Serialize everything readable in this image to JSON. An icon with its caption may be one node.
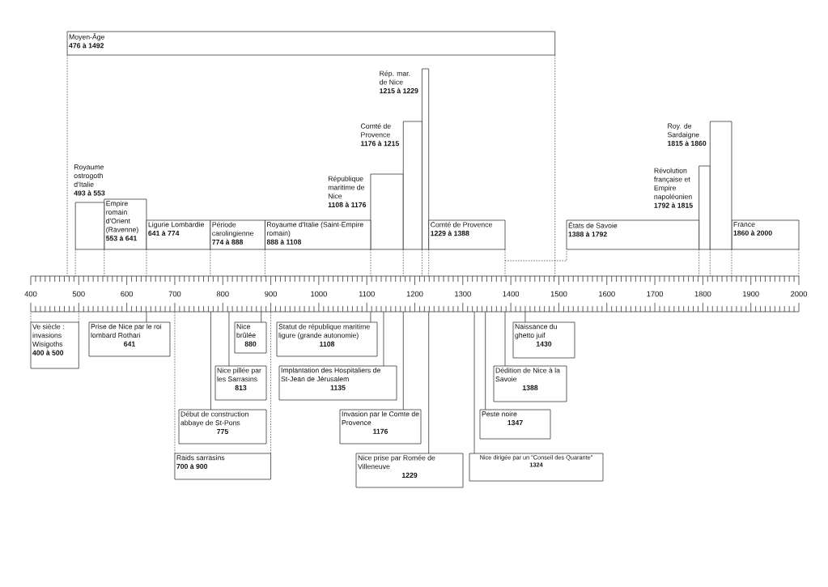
{
  "diagram": {
    "nodes": [
      {
        "text": [
          "Moyen-Âge",
          "476 à 1492"
        ]
      },
      {
        "text": [
          "Rép. mar. de Nice",
          "1215 à 1229"
        ]
      },
      {
        "text": [
          "Empire romain d'Orient (Ravenne)",
          "553 à 641"
        ]
      },
      {
        "text": [
          "République maritime de Nice",
          "1108 à 1176"
        ]
      },
      {
        "text": [
          "Comté de Provence",
          "1229 à 1388"
        ]
      },
      {
        "text": [
          "Révolution française et Empire napoléonien",
          "1792 à 1815"
        ]
      },
      {
        "text": [
          "France",
          "1860 à 2000"
        ]
      },
      {
        "text": [
          "Royaume ostrogoth d'Italie",
          "493 à 553"
        ]
      },
      {
        "text": [
          "Ligurie Lombardie",
          "641 à 774"
        ]
      },
      {
        "text": [
          "Période carolingienne",
          "774 à 888"
        ]
      },
      {
        "text": [
          "Royaume d'Italie (Saint-Empire romain)",
          "888 à 1108"
        ]
      },
      {
        "text": [
          "Comté de Provence",
          "1176 à 1215"
        ]
      },
      {
        "text": [
          "États de Savoie",
          "1388 à 1792"
        ]
      },
      {
        "text": [
          "Roy. de Sardaigne",
          "1815 à 1860"
        ]
      },
      {
        "text": [],
        "shape": "bar"
      },
      {
        "text": [],
        "shape": "bar"
      },
      {
        "text": [
          "Ve siècle : invasions Wisigoths",
          "400 à 500"
        ]
      },
      {
        "text": [
          "Prise de Nice par le roi lombard Rothari",
          "641"
        ]
      },
      {
        "text": [
          "Nice pillée par les Sarrasins",
          "813"
        ]
      },
      {
        "text": [
          "Implantation des Hospitaliers de St-Jean de Jérusalem",
          "1135"
        ]
      },
      {
        "text": [
          "Peste noire",
          "1347"
        ]
      },
      {
        "text": [
          "Début de construction abbaye de St-Pons",
          "775"
        ]
      },
      {
        "text": [
          "Statut de république maritime ligure (grande autonomie)",
          "1108"
        ]
      },
      {
        "text": [
          "Nice dirigée par un \"Conseil des Quarante\"",
          "1324"
        ]
      },
      {
        "text": [
          "Dédition de Nice à la Savoie",
          "1388"
        ]
      },
      {
        "text": [
          "Raids sarrasins",
          "700 à 900"
        ]
      },
      {
        "text": [
          "Invasion par le Comte de Provence",
          "1176"
        ]
      },
      {
        "text": [
          "Nice brûlée",
          "880"
        ]
      },
      {
        "text": [
          "Naissance du ghetto juif",
          "1430"
        ]
      },
      {
        "text": [
          "Nice prise par Romée de Villeneuve",
          "1229"
        ]
      }
    ],
    "edges": [
      {
        "from": 0,
        "to": 14,
        "arrow": "none",
        "style": "dashed"
      },
      {
        "from": 0,
        "to": 14,
        "arrow": "none",
        "style": "dashed"
      },
      {
        "from": 1,
        "to": 14,
        "arrow": "none",
        "style": "dashed"
      },
      {
        "from": 1,
        "to": 14,
        "arrow": "none",
        "style": "dashed"
      },
      {
        "from": 2,
        "to": 14,
        "arrow": "none",
        "style": "dashed"
      },
      {
        "from": 2,
        "to": 14,
        "arrow": "none",
        "style": "dashed"
      },
      {
        "from": 3,
        "to": 14,
        "arrow": "none",
        "style": "dashed"
      },
      {
        "from": 3,
        "to": 14,
        "arrow": "none",
        "style": "dashed"
      },
      {
        "from": 4,
        "to": 14,
        "arrow": "none",
        "style": "dashed"
      },
      {
        "from": 4,
        "to": 14,
        "arrow": "none",
        "style": "dashed"
      },
      {
        "from": 5,
        "to": 14,
        "arrow": "none",
        "style": "dashed"
      },
      {
        "from": 5,
        "to": 14,
        "arrow": "none",
        "style": "dashed"
      },
      {
        "from": 6,
        "to": 14,
        "arrow": "none",
        "style": "dashed"
      },
      {
        "from": 6,
        "to": 14,
        "arrow": "none",
        "style": "dashed"
      },
      {
        "from": 7,
        "to": 14,
        "arrow": "none",
        "style": "dashed"
      },
      {
        "from": 7,
        "to": 14,
        "arrow": "none",
        "style": "dashed"
      },
      {
        "from": 8,
        "to": 14,
        "arrow": "none",
        "style": "dashed"
      },
      {
        "from": 8,
        "to": 14,
        "arrow": "none",
        "style": "dashed"
      },
      {
        "from": 9,
        "to": 14,
        "arrow": "none",
        "style": "dashed"
      },
      {
        "from": 9,
        "to": 14,
        "arrow": "none",
        "style": "dashed"
      },
      {
        "from": 10,
        "to": 14,
        "arrow": "none",
        "style": "dashed"
      },
      {
        "from": 10,
        "to": 14,
        "arrow": "none",
        "style": "dashed"
      },
      {
        "from": 11,
        "to": 14,
        "arrow": "none",
        "style": "dashed"
      },
      {
        "from": 11,
        "to": 14,
        "arrow": "none",
        "style": "dashed"
      },
      {
        "from": 12,
        "to": 14,
        "arrow": "none",
        "style": "dashed"
      },
      {
        "from": 12,
        "to": 14,
        "arrow": "none",
        "style": "dashed"
      },
      {
        "from": 13,
        "to": 14,
        "arrow": "none",
        "style": "dashed"
      },
      {
        "from": 13,
        "to": 14,
        "arrow": "none",
        "style": "dashed"
      },
      {
        "from": 16,
        "to": 15,
        "arrow": "none",
        "style": "dashed"
      },
      {
        "from": 16,
        "to": 15,
        "arrow": "none",
        "style": "dashed"
      },
      {
        "from": 17,
        "to": 15,
        "arrow": "none"
      },
      {
        "from": 18,
        "to": 15,
        "arrow": "none"
      },
      {
        "from": 19,
        "to": 15,
        "arrow": "none"
      },
      {
        "from": 20,
        "to": 15,
        "arrow": "none"
      },
      {
        "from": 21,
        "to": 15,
        "arrow": "none"
      },
      {
        "from": 22,
        "to": 15,
        "arrow": "none"
      },
      {
        "from": 23,
        "to": 15,
        "arrow": "none"
      },
      {
        "from": 24,
        "to": 15,
        "arrow": "none"
      },
      {
        "from": 25,
        "to": 15,
        "arrow": "none",
        "style": "dashed"
      },
      {
        "from": 25,
        "to": 15,
        "arrow": "none",
        "style": "dashed"
      },
      {
        "from": 26,
        "to": 15,
        "arrow": "none"
      },
      {
        "from": 27,
        "to": 15,
        "arrow": "none"
      },
      {
        "from": 28,
        "to": 15,
        "arrow": "none"
      },
      {
        "from": 29,
        "to": 15,
        "arrow": "none"
      }
    ],
    "labels": [
      "400",
      "500",
      "600",
      "700",
      "800",
      "900",
      "1000",
      "1100",
      "1200",
      "1300",
      "1400",
      "1500",
      "1600",
      "1700",
      "1800",
      "1900",
      "2000"
    ]
  }
}
